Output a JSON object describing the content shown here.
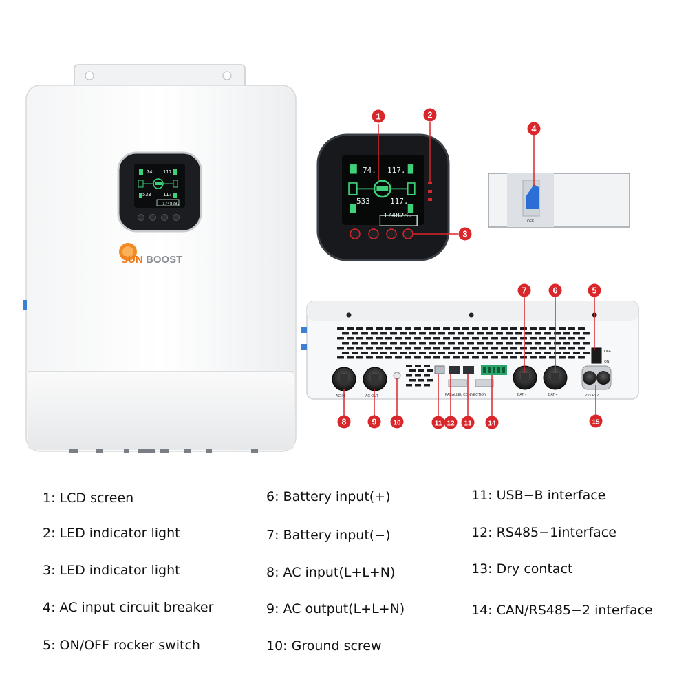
{
  "brand": {
    "part1": "SUN",
    "part2": "BOOST"
  },
  "lcd": {
    "readout_1": "74.",
    "readout_2": "117.",
    "readout_3": "533",
    "readout_4": "117.",
    "readout_5": "174828."
  },
  "small_display": {
    "readout_1": "74.",
    "readout_2": "117.",
    "readout_3": "533",
    "readout_4": "117.",
    "readout_5": "174828."
  },
  "port_labels": {
    "ac_in": "AC IN",
    "ac_out": "AC OUT",
    "parallel_connection": "PARALLEL CONNECTION",
    "bat_neg": "BAT -",
    "bat_pos": "BAT +",
    "pv1_pv2": "PV1  PV2",
    "off": "OFF",
    "on": "ON",
    "breaker_off": "OFF"
  },
  "callouts": [
    "1",
    "2",
    "3",
    "4",
    "5",
    "6",
    "7",
    "8",
    "9",
    "10",
    "11",
    "12",
    "13",
    "14",
    "15"
  ],
  "colors": {
    "callout_red": "#d9262b",
    "accent_orange": "#f07a1a",
    "breaker_blue": "#2b6fd6"
  },
  "legend": [
    "1: LCD screen",
    "2: LED indicator light",
    "3: LED indicator light",
    "4: AC input circuit breaker",
    "5: ON/OFF rocker switch",
    "6: Battery input(+)",
    "7: Battery input(−)",
    "8: AC input(L+L+N)",
    "9: AC output(L+L+N)",
    "10: Ground screw",
    "11: USB−B interface",
    "12: RS485−1interface",
    "13: Dry contact",
    "14: CAN/RS485−2 interface"
  ]
}
